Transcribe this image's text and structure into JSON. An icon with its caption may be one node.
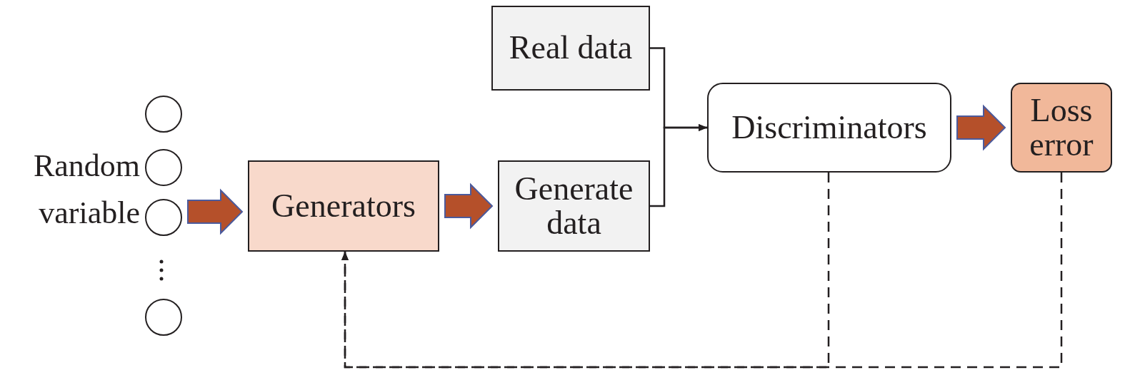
{
  "diagram": {
    "nodes": [
      {
        "text": [],
        "shape": "circle"
      },
      {
        "text": [],
        "shape": "circle"
      },
      {
        "text": [],
        "shape": "circle"
      },
      {
        "text": [],
        "shape": "circle"
      },
      {
        "text": [
          "Real data"
        ]
      },
      {
        "text": [
          "Generators"
        ]
      },
      {
        "text": [
          "Generate data"
        ]
      },
      {
        "text": [
          "Discriminators"
        ]
      },
      {
        "text": [
          "Loss error"
        ]
      }
    ],
    "edges": [
      {
        "from": 2,
        "to": 5,
        "arrow": "to",
        "style": "thick",
        "color": "#b5502a"
      },
      {
        "from": 5,
        "to": 6,
        "arrow": "to",
        "style": "thick",
        "color": "#b5502a"
      },
      {
        "from": 4,
        "to": 7,
        "arrow": "to"
      },
      {
        "from": 6,
        "to": 7,
        "arrow": "to"
      },
      {
        "from": 7,
        "to": 8,
        "arrow": "to",
        "style": "thick",
        "color": "#b5502a"
      },
      {
        "from": 7,
        "to": 5,
        "arrow": "to",
        "style": "dashed"
      },
      {
        "from": 8,
        "to": 5,
        "arrow": "to",
        "style": "dashed"
      }
    ],
    "labels": [
      "Random variable"
    ]
  }
}
